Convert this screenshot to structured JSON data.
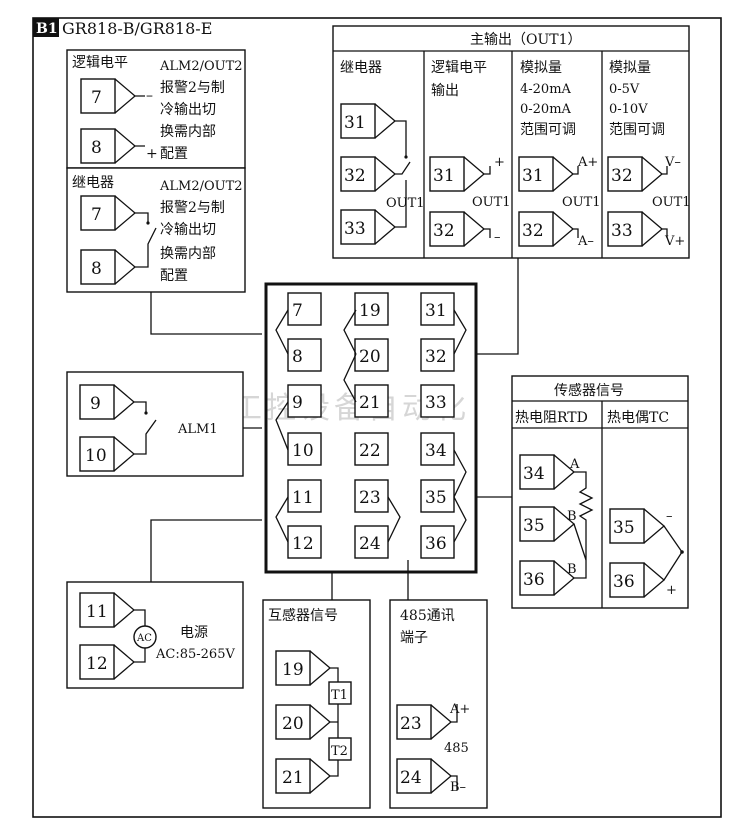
{
  "header": {
    "badge": "B1",
    "model": "GR818-B/GR818-E"
  },
  "logic_level_box": {
    "title": "逻辑电平",
    "desc_lines": [
      "ALM2/OUT2",
      "报警2与制",
      "冷输出切",
      "换需内部",
      "配置"
    ],
    "terminals": [
      "7",
      "8"
    ],
    "minus": "–",
    "plus": "+"
  },
  "relay_box": {
    "title": "继电器",
    "desc_lines": [
      "ALM2/OUT2",
      "报警2与制",
      "冷输出切",
      "换需内部",
      "配置"
    ],
    "terminals": [
      "7",
      "8"
    ]
  },
  "main_output": {
    "title": "主输出（OUT1）",
    "columns": [
      {
        "title_lines": [
          "继电器"
        ],
        "terminals": [
          "31",
          "32",
          "33"
        ],
        "out_label": "OUT1"
      },
      {
        "title_lines": [
          "逻辑电平",
          "输出"
        ],
        "terminals": [
          "31",
          "32"
        ],
        "out_label": "OUT1",
        "plus": "+",
        "minus": "–"
      },
      {
        "title_lines": [
          "模拟量",
          "4-20mA",
          "0-20mA",
          "范围可调"
        ],
        "terminals": [
          "31",
          "32"
        ],
        "out_label": "OUT1",
        "plus": "A+",
        "minus": "A–"
      },
      {
        "title_lines": [
          "模拟量",
          "0-5V",
          "0-10V",
          "范围可调"
        ],
        "terminals": [
          "32",
          "33"
        ],
        "out_label": "OUT1",
        "plus": "V–",
        "minus": "V+"
      }
    ]
  },
  "alm1_box": {
    "terminals": [
      "9",
      "10"
    ],
    "label": "ALM1"
  },
  "center_block": {
    "col1": [
      "7",
      "8",
      "9",
      "10",
      "11",
      "12"
    ],
    "col2": [
      "19",
      "20",
      "21",
      "22",
      "23",
      "24"
    ],
    "col3": [
      "31",
      "32",
      "33",
      "34",
      "35",
      "36"
    ]
  },
  "sensor_box": {
    "title": "传感器信号",
    "rtd_title": "热电阻RTD",
    "tc_title": "热电偶TC",
    "rtd_terminals": [
      "34",
      "35",
      "36"
    ],
    "rtd_letters": [
      "A",
      "B",
      "B"
    ],
    "tc_terminals": [
      "35",
      "36"
    ],
    "tc_minus": "–",
    "tc_plus": "+"
  },
  "power_box": {
    "terminals": [
      "11",
      "12"
    ],
    "ac_symbol": "AC",
    "label": "电源",
    "range": "AC:85-265V"
  },
  "ct_box": {
    "title": "互感器信号",
    "terminals": [
      "19",
      "20",
      "21"
    ],
    "t1": "T1",
    "t2": "T2"
  },
  "comm_box": {
    "title_lines": [
      "485通讯",
      "端子"
    ],
    "terminals": [
      "23",
      "24"
    ],
    "a_plus": "A+",
    "b_minus": "B–",
    "protocol": "485"
  },
  "watermark": "工控设备自动化"
}
